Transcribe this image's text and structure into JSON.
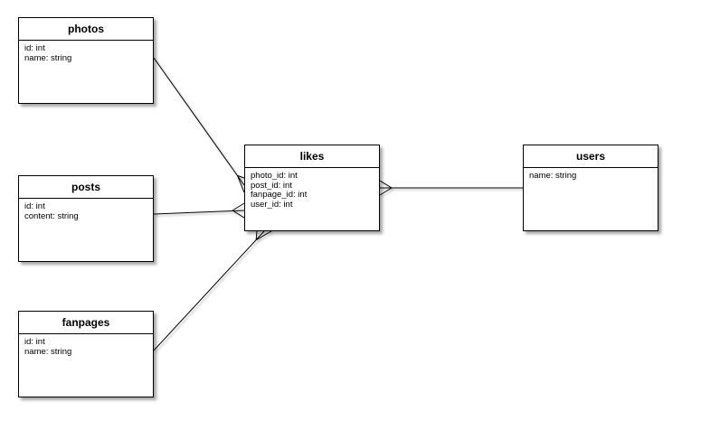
{
  "diagram": {
    "type": "entity-relationship",
    "background_color": "#ffffff",
    "colors": {
      "entity_fill": "#ffffff",
      "entity_border": "#000000",
      "connector": "#000000",
      "text": "#000000"
    },
    "entities": [
      {
        "name": "photos",
        "fields": [
          "id: int",
          "name: string"
        ]
      },
      {
        "name": "posts",
        "fields": [
          "id: int",
          "content: string"
        ]
      },
      {
        "name": "fanpages",
        "fields": [
          "id: int",
          "name: string"
        ]
      },
      {
        "name": "likes",
        "fields": [
          "photo_id: int",
          "post_id: int",
          "fanpage_id: int",
          "user_id: int"
        ]
      },
      {
        "name": "users",
        "fields": [
          "name: string"
        ]
      }
    ],
    "relationships": [
      {
        "from": "photos",
        "to": "likes",
        "cardinality": "one-to-many",
        "crow_foot_at": "likes"
      },
      {
        "from": "posts",
        "to": "likes",
        "cardinality": "one-to-many",
        "crow_foot_at": "likes"
      },
      {
        "from": "fanpages",
        "to": "likes",
        "cardinality": "one-to-many",
        "crow_foot_at": "likes"
      },
      {
        "from": "users",
        "to": "likes",
        "cardinality": "one-to-many",
        "crow_foot_at": "likes"
      }
    ]
  }
}
